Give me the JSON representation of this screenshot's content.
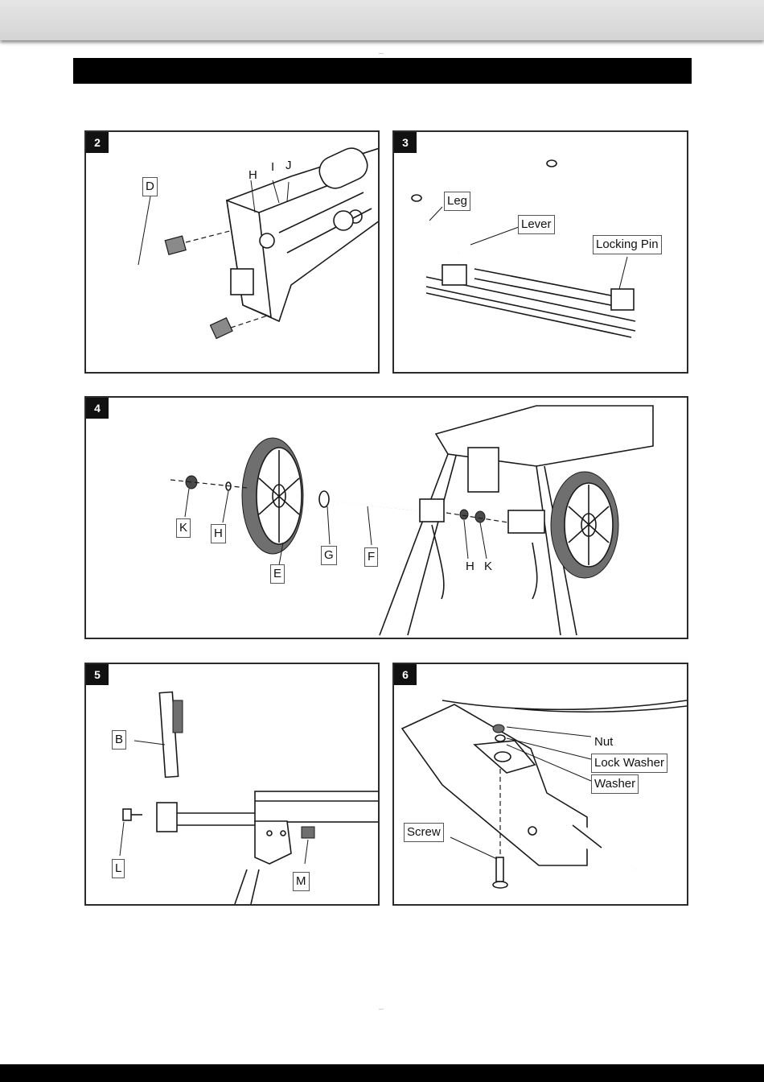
{
  "header": {
    "title": ""
  },
  "figures": [
    {
      "number": "2",
      "labels": [
        "D",
        "H",
        "I",
        "J"
      ]
    },
    {
      "number": "3",
      "labels": [
        "Leg",
        "Lever",
        "Locking Pin"
      ]
    },
    {
      "number": "4",
      "labels": [
        "K",
        "H",
        "E",
        "G",
        "F",
        "H",
        "K"
      ]
    },
    {
      "number": "5",
      "labels": [
        "B",
        "L",
        "M"
      ]
    },
    {
      "number": "6",
      "labels": [
        "Nut",
        "Lock Washer",
        "Washer",
        "Screw"
      ]
    }
  ],
  "colors": {
    "frame": "#2b2b2b",
    "number_badge": "#111111",
    "header_bar": "#000000",
    "top_band": "#d9d9d9"
  }
}
